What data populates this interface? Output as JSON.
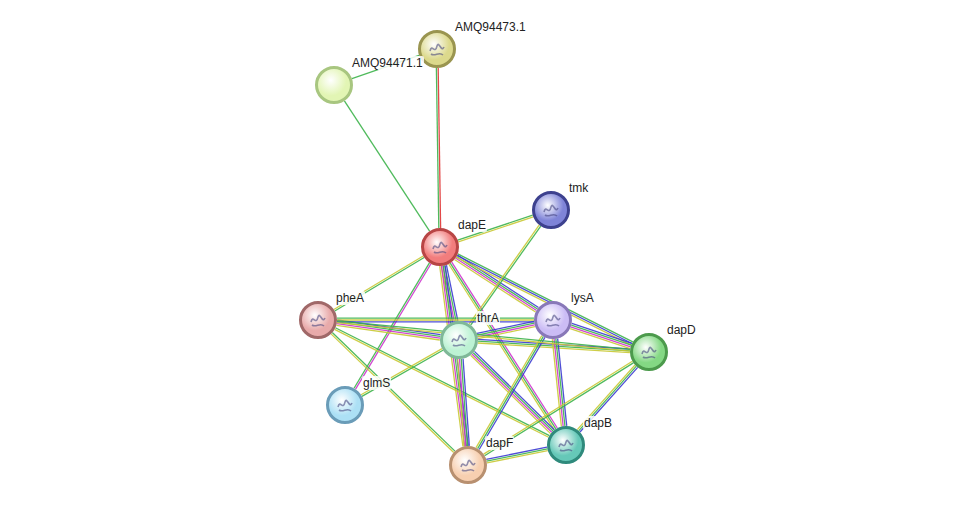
{
  "diagram": {
    "nodes": [
      {
        "text": [
          "AMQ94473.1"
        ]
      },
      {
        "text": [
          "AMQ94471.1"
        ]
      },
      {
        "text": [
          "tmk"
        ]
      },
      {
        "text": [
          "dapE"
        ]
      },
      {
        "text": [
          "pheA"
        ]
      },
      {
        "text": [
          "thrA"
        ]
      },
      {
        "text": [
          "lysA"
        ]
      },
      {
        "text": [
          "dapD"
        ]
      },
      {
        "text": [
          "glmS"
        ]
      },
      {
        "text": [
          "dapF"
        ]
      },
      {
        "text": [
          "dapB"
        ]
      }
    ],
    "edges": [
      {
        "from": 1,
        "to": 0,
        "arrow": "none"
      },
      {
        "from": 1,
        "to": 3,
        "arrow": "none"
      },
      {
        "from": 0,
        "to": 3,
        "arrow": "none"
      },
      {
        "from": 3,
        "to": 2,
        "arrow": "none"
      },
      {
        "from": 3,
        "to": 4,
        "arrow": "none"
      },
      {
        "from": 3,
        "to": 5,
        "arrow": "none"
      },
      {
        "from": 3,
        "to": 6,
        "arrow": "none"
      },
      {
        "from": 3,
        "to": 7,
        "arrow": "none"
      },
      {
        "from": 3,
        "to": 8,
        "arrow": "none"
      },
      {
        "from": 3,
        "to": 9,
        "arrow": "none"
      },
      {
        "from": 3,
        "to": 10,
        "arrow": "none"
      },
      {
        "from": 2,
        "to": 5,
        "arrow": "none"
      },
      {
        "from": 4,
        "to": 5,
        "arrow": "none"
      },
      {
        "from": 4,
        "to": 6,
        "arrow": "none"
      },
      {
        "from": 4,
        "to": 9,
        "arrow": "none"
      },
      {
        "from": 4,
        "to": 10,
        "arrow": "none"
      },
      {
        "from": 5,
        "to": 6,
        "arrow": "none"
      },
      {
        "from": 5,
        "to": 7,
        "arrow": "none"
      },
      {
        "from": 5,
        "to": 8,
        "arrow": "none"
      },
      {
        "from": 5,
        "to": 9,
        "arrow": "none"
      },
      {
        "from": 5,
        "to": 10,
        "arrow": "none"
      },
      {
        "from": 6,
        "to": 7,
        "arrow": "none"
      },
      {
        "from": 6,
        "to": 9,
        "arrow": "none"
      },
      {
        "from": 6,
        "to": 10,
        "arrow": "none"
      },
      {
        "from": 7,
        "to": 10,
        "arrow": "none"
      },
      {
        "from": 7,
        "to": 9,
        "arrow": "none"
      },
      {
        "from": 9,
        "to": 10,
        "arrow": "none"
      },
      {
        "from": 4,
        "to": 7,
        "arrow": "none"
      }
    ]
  }
}
